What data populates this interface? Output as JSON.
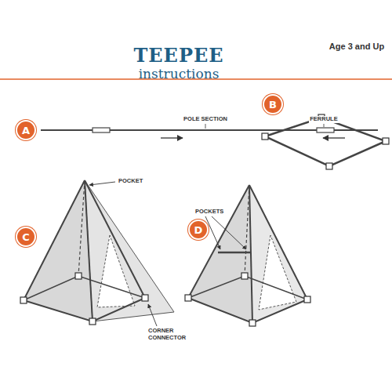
{
  "diagram": {
    "title": "TEEPEE",
    "nodes": [
      {
        "text": [
          "A"
        ]
      },
      {
        "text": [
          "B"
        ]
      },
      {
        "text": [
          "C"
        ]
      },
      {
        "text": [
          "D"
        ]
      }
    ],
    "labels": [
      "instructions",
      "Age 3 and Up",
      "POLE SECTION",
      "FERRULE",
      "POCKET",
      "CORNER CONNECTOR",
      "POCKETS"
    ]
  }
}
